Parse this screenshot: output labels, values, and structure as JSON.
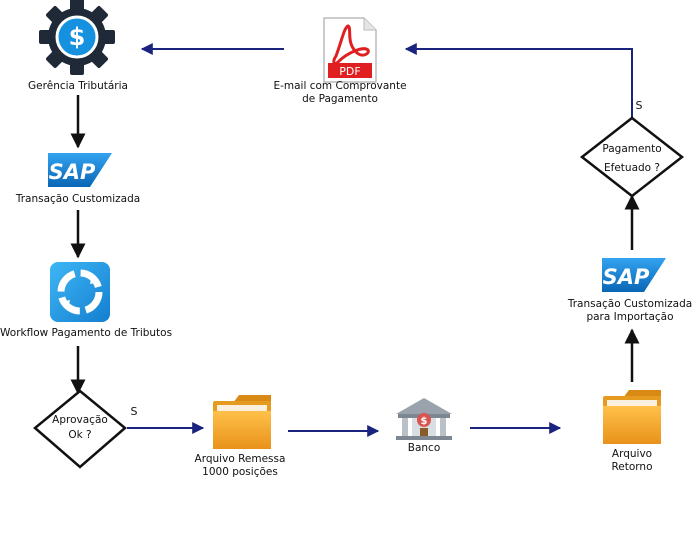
{
  "nodes": {
    "gerencia": {
      "label": "Gerência Tributária",
      "icon": "dollar-gear-icon"
    },
    "sap_custom": {
      "logo_text": "SAP",
      "label": "Transação Customizada",
      "icon": "sap-logo"
    },
    "workflow": {
      "label": "Workflow Pagamento de Tributos",
      "icon": "workflow-cycle-icon"
    },
    "aprovacao": {
      "line1": "Aprovação",
      "line2": "Ok ?",
      "shape": "decision-diamond"
    },
    "arquivo_remessa": {
      "line1": "Arquivo Remessa",
      "line2": "1000 posições",
      "icon": "folder-icon"
    },
    "banco": {
      "label": "Banco",
      "icon": "bank-icon"
    },
    "arquivo_retorno": {
      "line1": "Arquivo",
      "line2": "Retorno",
      "icon": "folder-icon"
    },
    "sap_import": {
      "logo_text": "SAP",
      "line1": "Transação Customizada",
      "line2": "para Importação",
      "icon": "sap-logo"
    },
    "pagamento": {
      "line1": "Pagamento",
      "line2": "Efetuado ?",
      "shape": "decision-diamond"
    },
    "email_pdf": {
      "badge": "PDF",
      "line1": "E-mail com Comprovante",
      "line2": "de Pagamento",
      "icon": "pdf-icon"
    }
  },
  "edge_labels": {
    "aprovacao_yes": "S",
    "pagamento_yes": "S"
  },
  "colors": {
    "arrow_dark": "#111111",
    "arrow_navy": "#1a237e",
    "sap_blue": "#1a7fd4",
    "folder_orange": "#f5a623",
    "pdf_red": "#e02020",
    "workflow_blue": "#1e9be8",
    "gear_dark": "#1f2937",
    "dollar_blue": "#1591e0"
  }
}
